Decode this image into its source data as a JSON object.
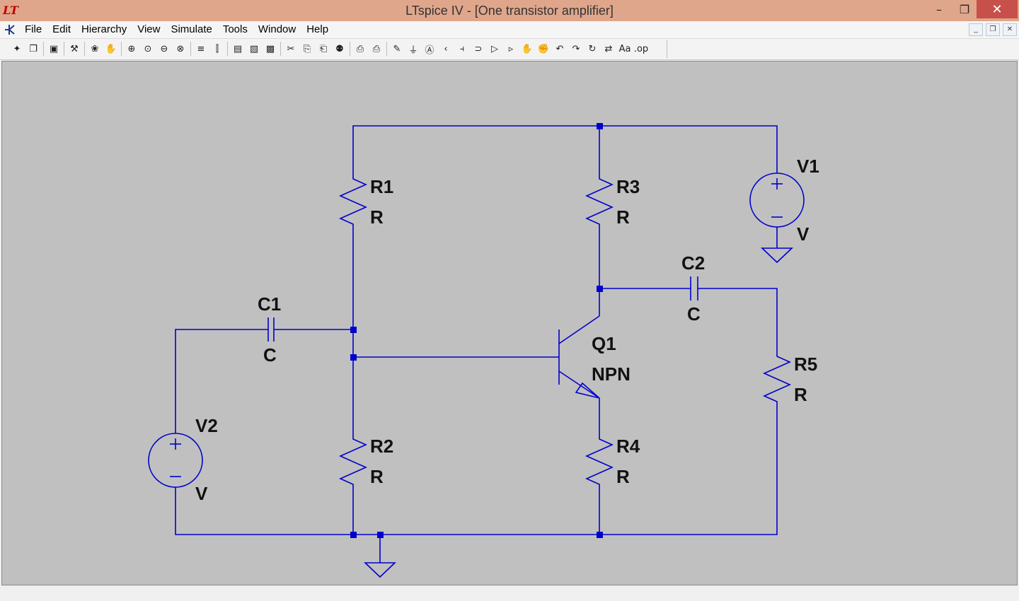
{
  "window": {
    "title": "LTspice IV - [One transistor amplifier]",
    "app_logo": "LT",
    "minimize": "–",
    "maximize": "❐",
    "close": "✕"
  },
  "menu": {
    "items": [
      "File",
      "Edit",
      "Hierarchy",
      "View",
      "Simulate",
      "Tools",
      "Window",
      "Help"
    ],
    "mdi_minimize": "_",
    "mdi_restore": "❐",
    "mdi_close": "✕"
  },
  "toolbar": {
    "groups": [
      [
        "new-schematic-icon",
        "open-icon"
      ],
      [
        "save-icon"
      ],
      [
        "control-panel-icon"
      ],
      [
        "run-icon",
        "halt-icon"
      ],
      [
        "zoom-in-icon",
        "zoom-pan-icon",
        "zoom-out-icon",
        "zoom-fit-icon"
      ],
      [
        "tile-horizontal-icon",
        "tile-vertical-icon"
      ],
      [
        "window-cascade-icon",
        "window-stack-icon",
        "window-close-icon"
      ],
      [
        "cut-icon",
        "copy-icon",
        "paste-icon",
        "find-icon"
      ],
      [
        "print-setup-icon",
        "print-icon"
      ],
      [
        "draw-wire-icon",
        "ground-icon",
        "label-net-icon",
        "resistor-icon",
        "capacitor-icon",
        "inductor-icon",
        "diode-icon",
        "component-icon",
        "move-icon",
        "drag-icon",
        "undo-icon",
        "redo-icon",
        "rotate-icon",
        "mirror-icon",
        "text-icon",
        "spice-directive-icon"
      ]
    ],
    "glyphs": {
      "new-schematic-icon": "✦",
      "open-icon": "❐",
      "save-icon": "▣",
      "control-panel-icon": "⚒",
      "run-icon": "❀",
      "halt-icon": "✋",
      "zoom-in-icon": "⊕",
      "zoom-pan-icon": "⊙",
      "zoom-out-icon": "⊖",
      "zoom-fit-icon": "⊗",
      "tile-horizontal-icon": "≡",
      "tile-vertical-icon": "⫿",
      "window-cascade-icon": "▤",
      "window-stack-icon": "▧",
      "window-close-icon": "▩",
      "cut-icon": "✂",
      "copy-icon": "⎘",
      "paste-icon": "⎗",
      "find-icon": "⚉",
      "print-setup-icon": "⎙",
      "print-icon": "⎙",
      "draw-wire-icon": "✎",
      "ground-icon": "⏚",
      "label-net-icon": "Ⓐ",
      "resistor-icon": "‹",
      "capacitor-icon": "⫞",
      "inductor-icon": "⊃",
      "diode-icon": "▷",
      "component-icon": "▹",
      "move-icon": "✋",
      "drag-icon": "✊",
      "undo-icon": "↶",
      "redo-icon": "↷",
      "rotate-icon": "↻",
      "mirror-icon": "⇄",
      "text-icon": "Aa",
      "spice-directive-icon": ".op"
    }
  },
  "schematic": {
    "wire_color": "#0000cc",
    "components": {
      "R1": {
        "name": "R1",
        "value": "R"
      },
      "R2": {
        "name": "R2",
        "value": "R"
      },
      "R3": {
        "name": "R3",
        "value": "R"
      },
      "R4": {
        "name": "R4",
        "value": "R"
      },
      "R5": {
        "name": "R5",
        "value": "R"
      },
      "C1": {
        "name": "C1",
        "value": "C"
      },
      "C2": {
        "name": "C2",
        "value": "C"
      },
      "Q1": {
        "name": "Q1",
        "value": "NPN"
      },
      "V1": {
        "name": "V1",
        "value": "V"
      },
      "V2": {
        "name": "V2",
        "value": "V"
      }
    }
  }
}
